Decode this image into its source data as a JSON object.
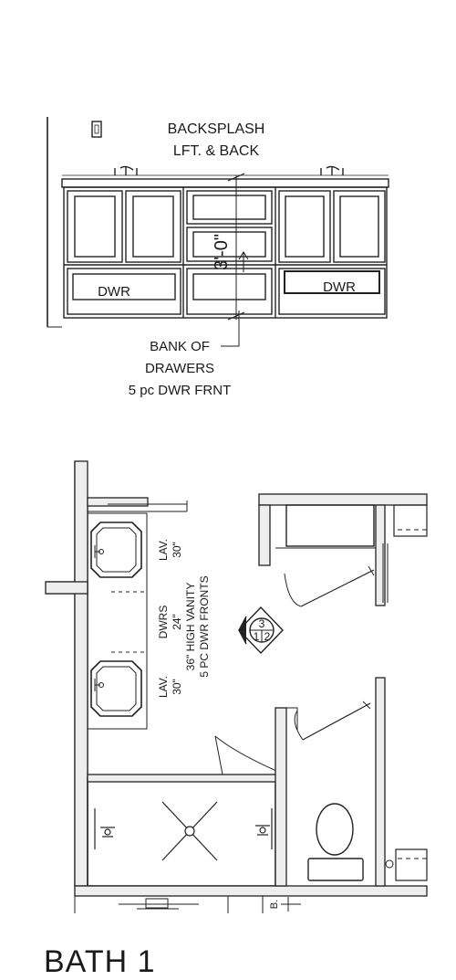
{
  "elevation": {
    "backsplash_line1": "BACKSPLASH",
    "backsplash_line2": "LFT. & BACK",
    "dimension": "3'-0\"",
    "drawer_left": "DWR",
    "drawer_right": "DWR",
    "bank_line1": "BANK OF",
    "bank_line2": "DRAWERS",
    "bank_line3": "5 pc DWR FRNT"
  },
  "plan": {
    "lav_top_line1": "LAV.",
    "lav_top_line2": "30\"",
    "dwrs_line1": "DWRS",
    "dwrs_line2": "24\"",
    "vanity_line1": "36\" HIGH VANITY",
    "vanity_line2": "5 PC DWR FRONTS",
    "lav_bottom_line1": "LAV.",
    "lav_bottom_line2": "30\"",
    "tag_top": "3",
    "tag_bottom_left": "1",
    "tag_bottom_right": "2",
    "bottom_tag": "B."
  },
  "title": "BATH 1"
}
